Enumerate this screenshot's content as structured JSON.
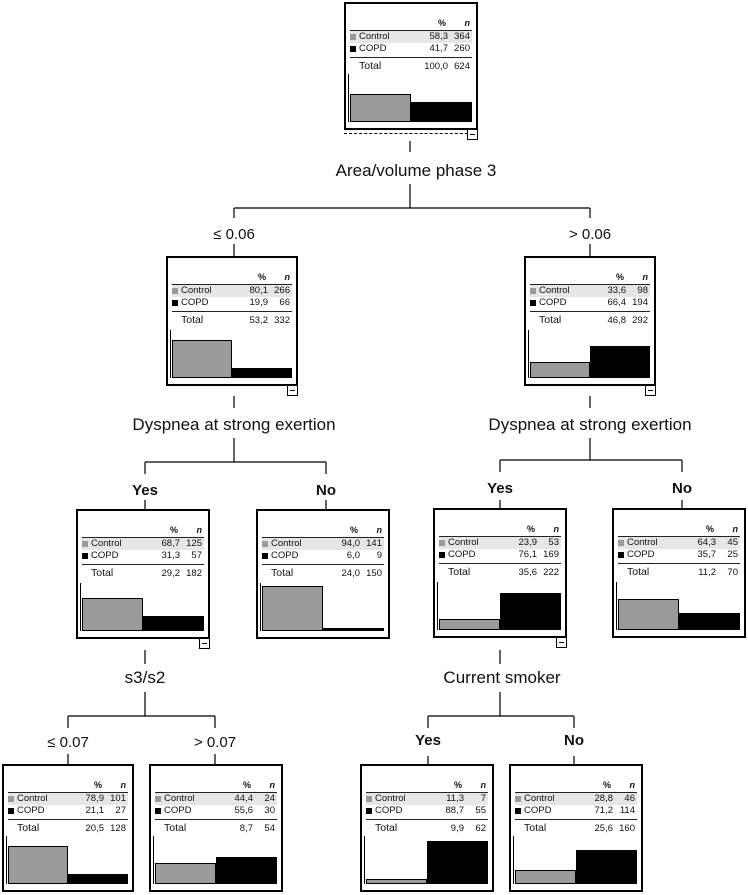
{
  "header": {
    "pct": "%",
    "n": "n"
  },
  "labels": {
    "control": "Control",
    "copd": "COPD",
    "total": "Total"
  },
  "colors": {
    "control": "#9a9a9a",
    "copd": "#000000"
  },
  "splits": {
    "root": "Area/volume phase 3",
    "left": "Dyspnea at strong exertion",
    "right": "Dyspnea at strong exertion",
    "s3s2": "s3/s2",
    "smoker": "Current smoker"
  },
  "branches": {
    "le006": "≤ 0.06",
    "gt006": "> 0.06",
    "yes_left": "Yes",
    "no_left": "No",
    "yes_right": "Yes",
    "no_right": "No",
    "le007": "≤ 0.07",
    "gt007": "> 0.07",
    "yes_smoker": "Yes",
    "no_smoker": "No"
  },
  "nodes": {
    "root": {
      "control_pct": "58,3",
      "control_n": "364",
      "copd_pct": "41,7",
      "copd_n": "260",
      "total_pct": "100,0",
      "total_n": "624",
      "control_frac": 0.583,
      "copd_frac": 0.417
    },
    "n1": {
      "control_pct": "80,1",
      "control_n": "266",
      "copd_pct": "19,9",
      "copd_n": "66",
      "total_pct": "53,2",
      "total_n": "332",
      "control_frac": 0.801,
      "copd_frac": 0.199
    },
    "n2": {
      "control_pct": "33,6",
      "control_n": "98",
      "copd_pct": "66,4",
      "copd_n": "194",
      "total_pct": "46,8",
      "total_n": "292",
      "control_frac": 0.336,
      "copd_frac": 0.664
    },
    "n3": {
      "control_pct": "68,7",
      "control_n": "125",
      "copd_pct": "31,3",
      "copd_n": "57",
      "total_pct": "29,2",
      "total_n": "182",
      "control_frac": 0.687,
      "copd_frac": 0.313
    },
    "n4": {
      "control_pct": "94,0",
      "control_n": "141",
      "copd_pct": "6,0",
      "copd_n": "9",
      "total_pct": "24,0",
      "total_n": "150",
      "control_frac": 0.94,
      "copd_frac": 0.06
    },
    "n5": {
      "control_pct": "23,9",
      "control_n": "53",
      "copd_pct": "76,1",
      "copd_n": "169",
      "total_pct": "35,6",
      "total_n": "222",
      "control_frac": 0.239,
      "copd_frac": 0.761
    },
    "n6": {
      "control_pct": "64,3",
      "control_n": "45",
      "copd_pct": "35,7",
      "copd_n": "25",
      "total_pct": "11,2",
      "total_n": "70",
      "control_frac": 0.643,
      "copd_frac": 0.357
    },
    "n7": {
      "control_pct": "78,9",
      "control_n": "101",
      "copd_pct": "21,1",
      "copd_n": "27",
      "total_pct": "20,5",
      "total_n": "128",
      "control_frac": 0.789,
      "copd_frac": 0.211
    },
    "n8": {
      "control_pct": "44,4",
      "control_n": "24",
      "copd_pct": "55,6",
      "copd_n": "30",
      "total_pct": "8,7",
      "total_n": "54",
      "control_frac": 0.444,
      "copd_frac": 0.556
    },
    "n9": {
      "control_pct": "11,3",
      "control_n": "7",
      "copd_pct": "88,7",
      "copd_n": "55",
      "total_pct": "9,9",
      "total_n": "62",
      "control_frac": 0.113,
      "copd_frac": 0.887
    },
    "n10": {
      "control_pct": "28,8",
      "control_n": "46",
      "copd_pct": "71,2",
      "copd_n": "114",
      "total_pct": "25,6",
      "total_n": "160",
      "control_frac": 0.288,
      "copd_frac": 0.712
    }
  }
}
